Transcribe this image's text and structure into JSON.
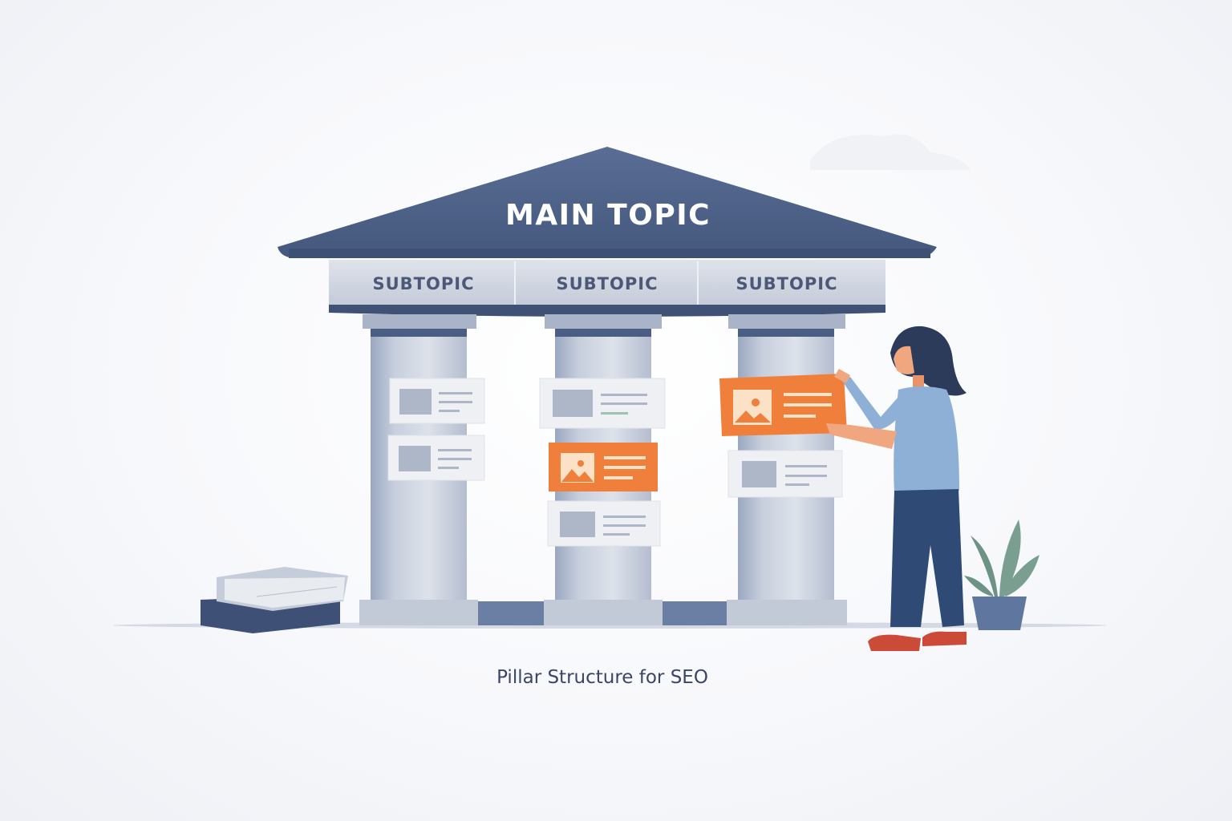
{
  "diagram": {
    "roof": {
      "title": "MAIN TOPIC"
    },
    "subtopics": [
      {
        "label": "SUBTOPIC"
      },
      {
        "label": "SUBTOPIC"
      },
      {
        "label": "SUBTOPIC"
      }
    ],
    "pillars": [
      {
        "cards": [
          {
            "type": "content",
            "color": "gray"
          },
          {
            "type": "content",
            "color": "gray"
          }
        ]
      },
      {
        "cards": [
          {
            "type": "content",
            "color": "gray"
          },
          {
            "type": "image-content",
            "color": "orange"
          },
          {
            "type": "content",
            "color": "gray"
          }
        ]
      },
      {
        "cards": [
          {
            "type": "image-content",
            "color": "orange",
            "held_by_person": true
          },
          {
            "type": "content",
            "color": "gray"
          }
        ]
      }
    ],
    "decorations": [
      "book-stack",
      "person",
      "potted-plant"
    ],
    "caption": "Pillar Structure for SEO"
  },
  "colors": {
    "roof": "#4f6288",
    "frieze": "#c9d0dd",
    "pillar": "#c3cad8",
    "card_gray": "#eeeff2",
    "card_orange": "#f07f3c",
    "text_dark": "#3b4566"
  }
}
